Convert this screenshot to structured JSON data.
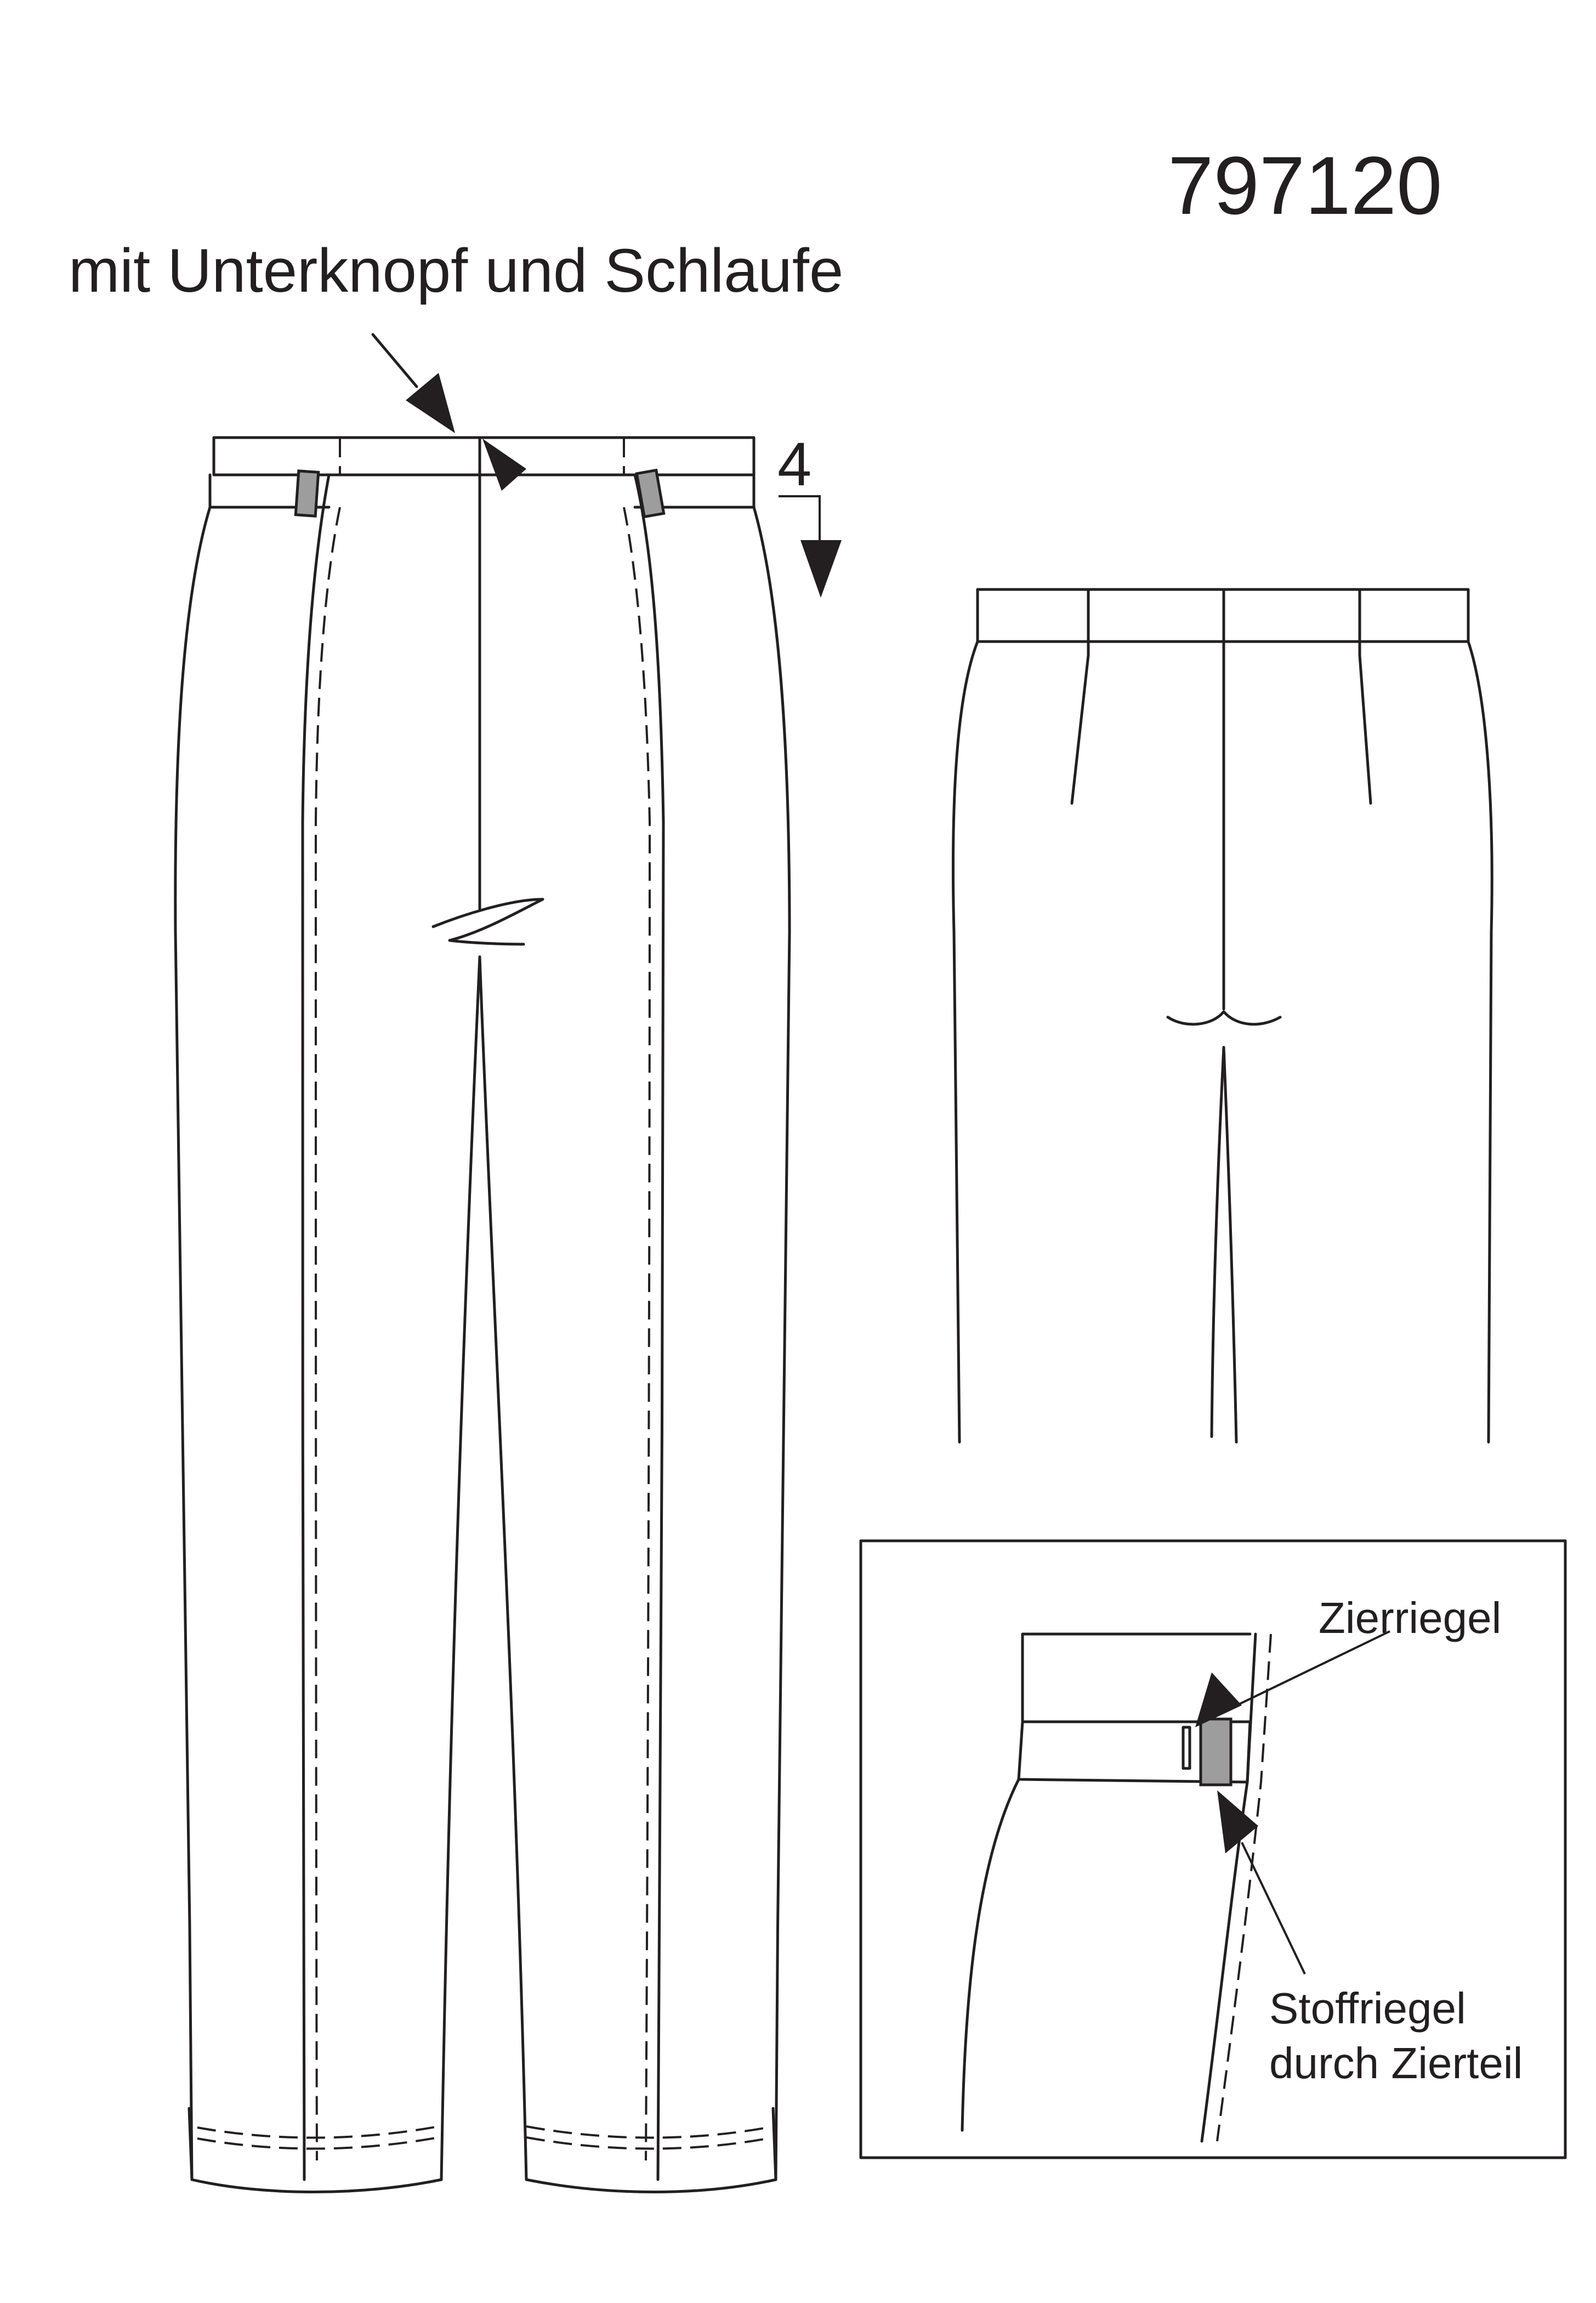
{
  "article_number": "797120",
  "labels": {
    "waistband_note": "mit Unterknopf und Schlaufe",
    "dimension_value": "4",
    "detail_zierriegel": "Zierriegel",
    "detail_stoffriegel_line1": "Stoffriegel",
    "detail_stoffriegel_line2": "durch Zierteil"
  },
  "colors": {
    "line": "#231f20",
    "riegel_fill": "#9d9d9d",
    "background": "#ffffff"
  }
}
